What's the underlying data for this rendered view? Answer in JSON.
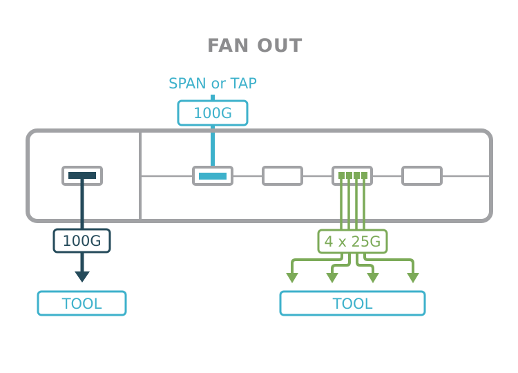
{
  "title": "FAN OUT",
  "colors": {
    "chassis": "#a1a2a5",
    "teal": "#3db1cb",
    "navy": "#244a5a",
    "green": "#7caa58",
    "title": "#8c8c8e"
  },
  "source": {
    "label": "SPAN or TAP",
    "speed": "100G"
  },
  "left_output": {
    "speed": "100G",
    "destination": "TOOL"
  },
  "fanout_output": {
    "speed": "4 x 25G",
    "lanes": 4,
    "destination": "TOOL"
  },
  "ports": [
    {
      "id": "management-port",
      "state": "out-100G"
    },
    {
      "id": "port-1",
      "state": "in-span"
    },
    {
      "id": "port-2",
      "state": "empty"
    },
    {
      "id": "port-3",
      "state": "breakout-4x25G"
    },
    {
      "id": "port-4",
      "state": "empty"
    }
  ]
}
